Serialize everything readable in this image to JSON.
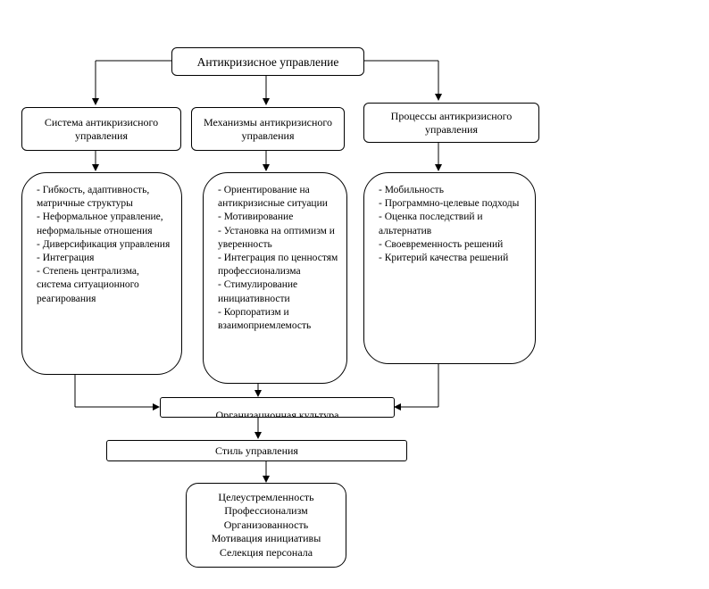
{
  "root": {
    "label": "Антикризисное управление"
  },
  "columns": [
    {
      "header": "Система антикризисного управления",
      "items": [
        "- Гибкость, адаптивность, матричные структуры",
        "- Неформальное управление, неформальные отношения",
        "- Диверсификация управления",
        "- Интеграция",
        "- Степень централизма, система ситуационного реагирования"
      ]
    },
    {
      "header": "Механизмы антикризисного управления",
      "items": [
        "- Ориентирование на антикризисные ситуации",
        "- Мотивирование",
        "- Установка на оптимизм и уверенность",
        "- Интеграция по ценностям профессионализма",
        "- Стимулирование инициативности",
        "- Корпоратизм и взаимоприемлемость"
      ]
    },
    {
      "header": "Процессы антикризисного управления",
      "items": [
        "- Мобильность",
        "- Программно-целевые подходы",
        "- Оценка последствий и альтернатив",
        "- Своевременность решений",
        "- Критерий качества решений"
      ]
    }
  ],
  "culture": {
    "label": "Организационная культура"
  },
  "style": {
    "label": "Стиль управления"
  },
  "outcomes": [
    "Целеустремленность",
    "Профессионализм",
    "Организованность",
    "Мотивация инициативы",
    "Селекция персонала"
  ]
}
